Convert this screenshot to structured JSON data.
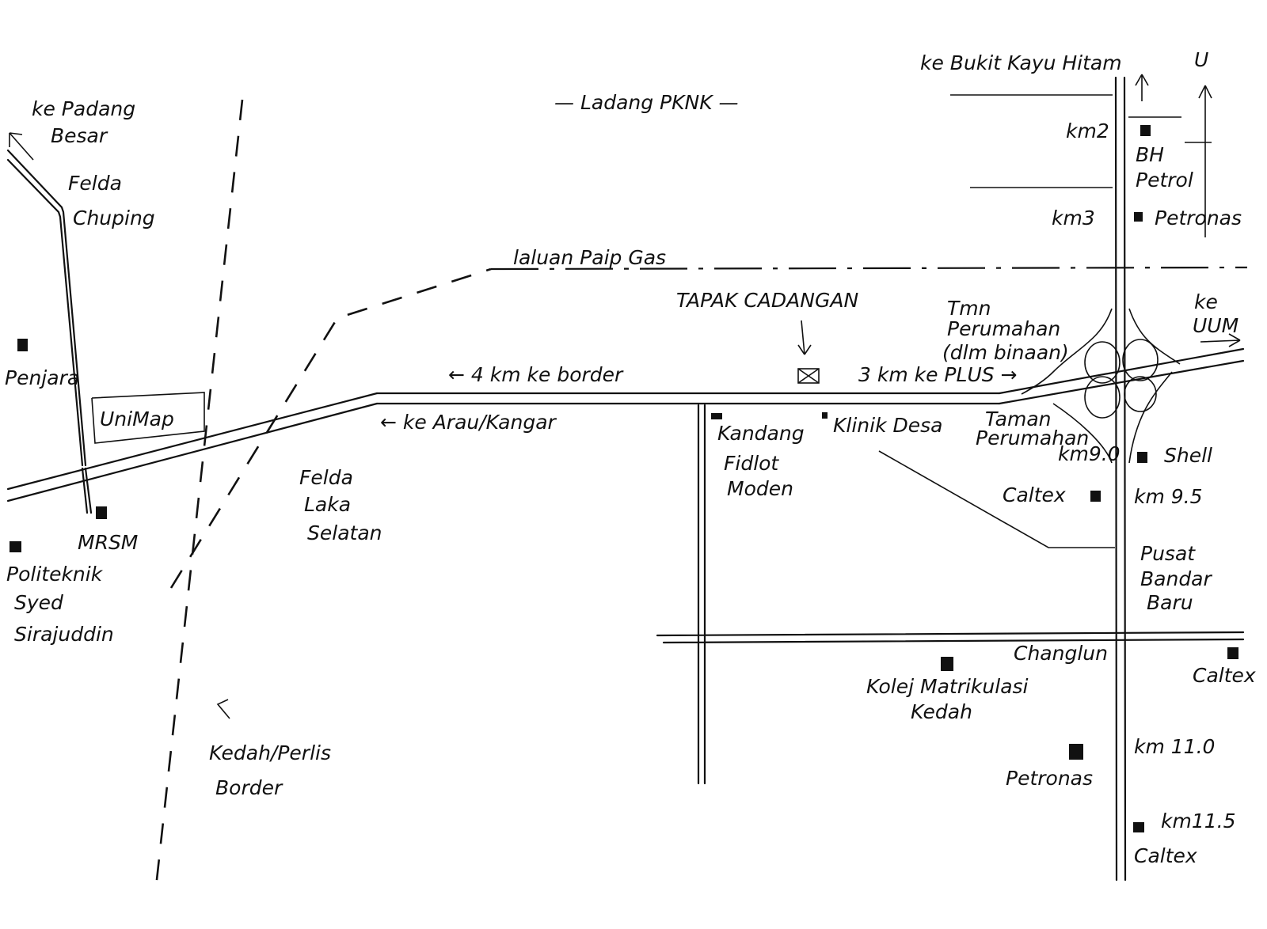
{
  "labels": {
    "ke_padang_besar_1": "ke Padang",
    "ke_padang_besar_2": "Besar",
    "felda_chuping_1": "Felda",
    "felda_chuping_2": "Chuping",
    "ladang_pknk": "— Ladang PKNK —",
    "ke_bukit_kayu_hitam": "ke Bukit Kayu Hitam",
    "north_marker": "U",
    "km2": "km2",
    "bh_petrol_1": "BH",
    "bh_petrol_2": "Petrol",
    "km3": "km3",
    "petronas_top": "Petronas",
    "laluan_paip_gas": "laluan Paip Gas",
    "tapak_cadangan": "TAPAK CADANGAN",
    "tmn_perumahan_1": "Tmn",
    "tmn_perumahan_2": "Perumahan",
    "tmn_perumahan_3": "(dlm binaan)",
    "ke_uum_1": "ke",
    "ke_uum_2": "UUM",
    "penjara": "Penjara",
    "unimap": "UniMap",
    "four_km_border": "← 4 km ke border",
    "three_km_plus": "3 km ke PLUS →",
    "ke_arau_kangar": "← ke Arau/Kangar",
    "kandang_1": "Kandang",
    "kandang_2": "Fidlot",
    "kandang_3": "Moden",
    "klinik_desa": "Klinik Desa",
    "taman_perumahan_1": "Taman",
    "taman_perumahan_2": "Perumahan",
    "km9_0": "km9.0",
    "shell": "Shell",
    "caltex_mid": "Caltex",
    "km9_5": "km 9.5",
    "felda_laka_1": "Felda",
    "felda_laka_2": "Laka",
    "felda_laka_3": "Selatan",
    "mrsm": "MRSM",
    "politeknik_1": "Politeknik",
    "politeknik_2": "Syed",
    "politeknik_3": "Sirajuddin",
    "pusat_bandar_1": "Pusat",
    "pusat_bandar_2": "Bandar",
    "pusat_bandar_3": "Baru",
    "changlun": "Changlun",
    "caltex_right": "Caltex",
    "kolej_1": "Kolej Matrikulasi",
    "kolej_2": "Kedah",
    "kedah_perlis_1": "Kedah/Perlis",
    "kedah_perlis_2": "Border",
    "km11_0": "km 11.0",
    "petronas_bottom": "Petronas",
    "km11_5": "km11.5",
    "caltex_bottom": "Caltex"
  },
  "icons": {
    "poi_marker": "filled-square",
    "site_marker": "boxed-x",
    "arrow": "arrow"
  }
}
